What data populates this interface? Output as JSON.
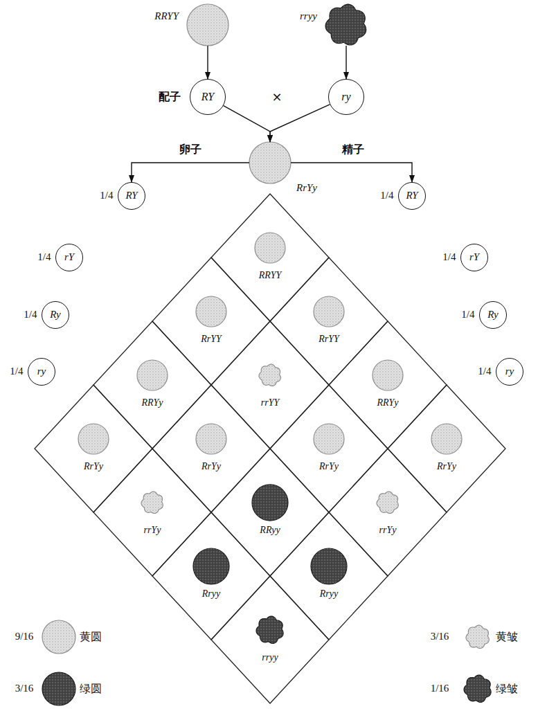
{
  "diagram": {
    "nodes": [
      {
        "text": [
          "RRYY"
        ]
      },
      {
        "text": [
          "rryy"
        ]
      },
      {
        "text": [
          "RY"
        ]
      },
      {
        "text": [
          "ry"
        ]
      },
      {
        "text": [
          "RrYy"
        ]
      },
      {
        "text": [
          "1/4",
          "RY"
        ]
      },
      {
        "text": [
          "1/4",
          "rY"
        ]
      },
      {
        "text": [
          "1/4",
          "Ry"
        ]
      },
      {
        "text": [
          "1/4",
          "ry"
        ]
      },
      {
        "text": [
          "1/4",
          "RY"
        ]
      },
      {
        "text": [
          "1/4",
          "rY"
        ]
      },
      {
        "text": [
          "1/4",
          "Ry"
        ]
      },
      {
        "text": [
          "1/4",
          "ry"
        ]
      },
      {
        "text": [
          "RRYY"
        ]
      },
      {
        "text": [
          "RrYY"
        ]
      },
      {
        "text": [
          "RrYY"
        ]
      },
      {
        "text": [
          "RRYy"
        ]
      },
      {
        "text": [
          "rrYY"
        ]
      },
      {
        "text": [
          "RRYy"
        ]
      },
      {
        "text": [
          "RrYy"
        ]
      },
      {
        "text": [
          "RrYy"
        ]
      },
      {
        "text": [
          "RrYy"
        ]
      },
      {
        "text": [
          "RrYy"
        ]
      },
      {
        "text": [
          "rrYy"
        ]
      },
      {
        "text": [
          "RRyy"
        ]
      },
      {
        "text": [
          "rrYy"
        ]
      },
      {
        "text": [
          "Rryy"
        ]
      },
      {
        "text": [
          "Rryy"
        ]
      },
      {
        "text": [
          "rryy"
        ]
      }
    ],
    "edges": [
      {
        "from": 0,
        "to": 2,
        "arrow": "to"
      },
      {
        "from": 1,
        "to": 3,
        "arrow": "to"
      },
      {
        "from": 2,
        "to": 4,
        "arrow": "to"
      },
      {
        "from": 3,
        "to": 4,
        "arrow": "to"
      },
      {
        "from": 4,
        "to": 5,
        "label": "卵子",
        "arrow": "to"
      },
      {
        "from": 4,
        "to": 9,
        "label": "精子",
        "arrow": "to"
      }
    ],
    "labels": [
      "配子",
      "×",
      "9/16",
      "3/16",
      "3/16",
      "1/16"
    ],
    "legend": [
      {
        "text": "黄圆",
        "color": "#e2e2e2"
      },
      {
        "text": "黄皱",
        "color": "#e2e2e2"
      },
      {
        "text": "绿圆",
        "color": "#444444"
      },
      {
        "text": "绿皱",
        "color": "#444444"
      }
    ]
  }
}
